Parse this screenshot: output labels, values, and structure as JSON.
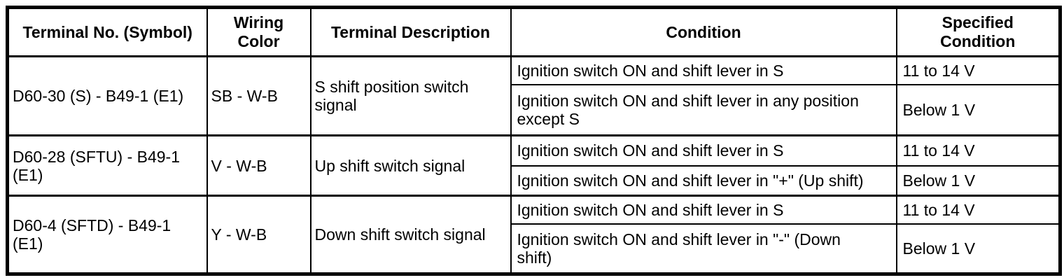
{
  "colors": {
    "background": "#ffffff",
    "border": "#000000",
    "text": "#000000"
  },
  "table": {
    "headers": {
      "terminal": "Terminal No. (Symbol)",
      "wiring": "Wiring Color",
      "description": "Terminal Description",
      "condition": "Condition",
      "specified": "Specified Condition"
    },
    "groups": [
      {
        "terminal": "D60-30 (S) - B49-1 (E1)",
        "wiring": "SB - W-B",
        "description": "S shift position switch signal",
        "rows": [
          {
            "condition": "Ignition switch ON and shift lever in S",
            "specified": "11 to 14 V"
          },
          {
            "condition": "Ignition switch ON and shift lever in any position except S",
            "specified": "Below 1 V"
          }
        ]
      },
      {
        "terminal": "D60-28 (SFTU) - B49-1 (E1)",
        "wiring": "V - W-B",
        "description": "Up shift switch signal",
        "rows": [
          {
            "condition": "Ignition switch ON and shift lever in S",
            "specified": "11 to 14 V"
          },
          {
            "condition": "Ignition switch ON and shift lever in \"+\" (Up shift)",
            "specified": "Below 1 V"
          }
        ]
      },
      {
        "terminal": "D60-4 (SFTD) - B49-1 (E1)",
        "wiring": "Y - W-B",
        "description": "Down shift switch signal",
        "rows": [
          {
            "condition": "Ignition switch ON and shift lever in S",
            "specified": "11 to 14 V"
          },
          {
            "condition": "Ignition switch ON and shift lever in \"-\" (Down shift)",
            "specified": "Below 1 V"
          }
        ]
      }
    ]
  }
}
